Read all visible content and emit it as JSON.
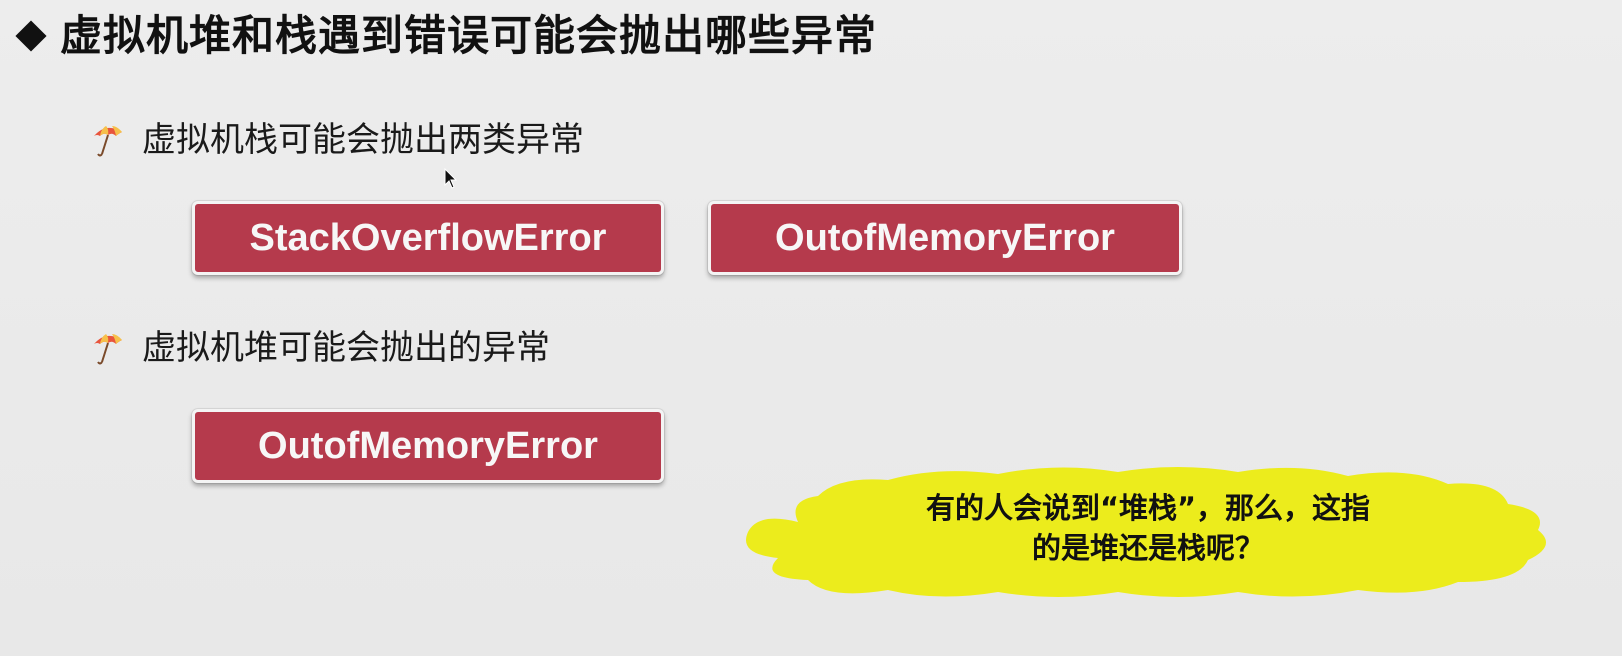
{
  "slide": {
    "title": "虚拟机堆和栈遇到错误可能会抛出哪些异常",
    "bullets": [
      {
        "text": "虚拟机栈可能会抛出两类异常",
        "icon": "umbrella-icon",
        "errors": [
          "StackOverflowError",
          "OutofMemoryError"
        ]
      },
      {
        "text": "虚拟机堆可能会抛出的异常",
        "icon": "umbrella-icon",
        "errors": [
          "OutofMemoryError"
        ]
      }
    ],
    "callout": {
      "line1": "有的人会说到“堆栈”，那么，这指",
      "line2": "的是堆还是栈呢？"
    }
  },
  "colors": {
    "background": "#ebebeb",
    "error_button": "#b53a4c",
    "error_text": "#f7f7f7",
    "callout_fill": "#ecec1c",
    "title_text": "#111111"
  }
}
